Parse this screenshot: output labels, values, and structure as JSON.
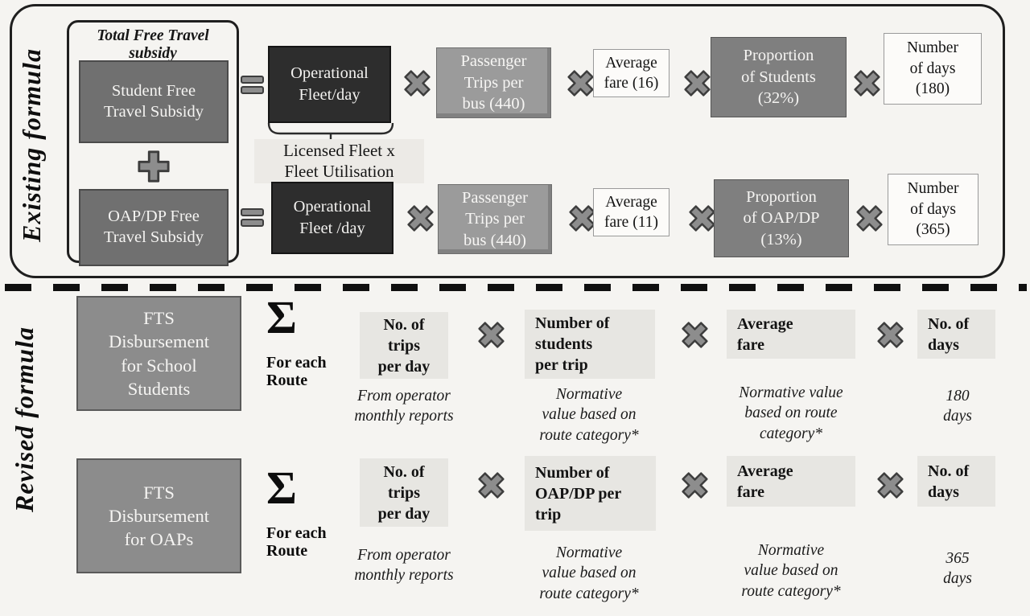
{
  "colors": {
    "background": "#f5f4f1",
    "dark_box": "#2d2d2d",
    "mid_gray_box": "#9b9b9b",
    "proportion_box": "#7f7f7f",
    "subsidy_box": "#707070",
    "result_box": "#8c8c8c",
    "light_box": "#e7e6e2",
    "white_box": "#fcfbf9",
    "symbol_fill": "#8d8d8d",
    "symbol_stroke": "#3d3d3d",
    "divider": "#101010"
  },
  "icons": {
    "multiply": "bold X cross",
    "plus": "bold plus cross",
    "equals": "double bar equals",
    "brace": "curly underbrace",
    "sigma": "Σ"
  },
  "existing": {
    "section_label": "Existing formula",
    "total": {
      "title": "Total Free Travel\nsubsidy",
      "student": "Student Free\nTravel Subsidy",
      "oap": "OAP/DP Free\nTravel Subsidy"
    },
    "fleet_note": "Licensed Fleet x\nFleet Utilisation",
    "row1": {
      "op": "Operational\nFleet/day",
      "trips": "Passenger\nTrips per\nbus (440)",
      "fare": "Average\nfare (16)",
      "prop": "Proportion\nof Students\n(32%)",
      "days": "Number\nof days\n(180)"
    },
    "row2": {
      "op": "Operational\nFleet /day",
      "trips": "Passenger\nTrips per\nbus (440)",
      "fare": "Average\nfare (11)",
      "prop": "Proportion\nof OAP/DP\n(13%)",
      "days": "Number\nof days\n(365)"
    }
  },
  "revised": {
    "section_label": "Revised formula",
    "sigma": "Σ",
    "sigma_label": "For each\nRoute",
    "row1": {
      "result": "FTS\nDisbursement\nfor School\nStudents",
      "trips": "No. of\ntrips\nper day",
      "trips_note": "From operator\nmonthly reports",
      "count": "Number of\nstudents\nper trip",
      "count_note": "Normative\nvalue based on\nroute category*",
      "fare": "Average\nfare",
      "fare_note": "Normative value\nbased on route\ncategory*",
      "days": "No. of\ndays",
      "days_note": "180\ndays"
    },
    "row2": {
      "result": "FTS\nDisbursement\nfor OAPs",
      "trips": "No. of\ntrips\nper day",
      "trips_note": "From operator\nmonthly reports",
      "count": "Number of\nOAP/DP per\ntrip",
      "count_note": "Normative\nvalue based on\nroute category*",
      "fare": "Average\nfare",
      "fare_note": "Normative\nvalue based on\nroute category*",
      "days": "No. of\ndays",
      "days_note": "365\ndays"
    }
  }
}
